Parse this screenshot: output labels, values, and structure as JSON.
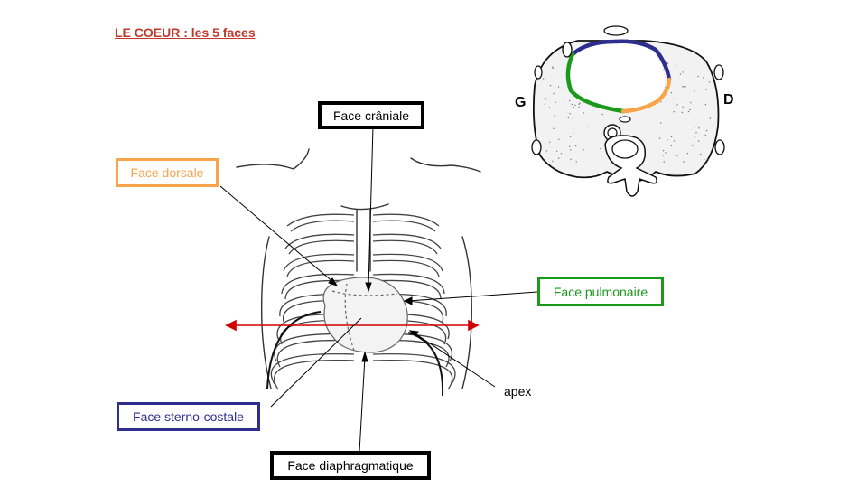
{
  "title": "LE COEUR : les 5 faces",
  "colors": {
    "title": "#c0392b",
    "dorsale": "#f7a44a",
    "pulmonaire": "#1a9a1a",
    "sterno_costale": "#2e2e8f",
    "cranial": "#000000",
    "diaphragmatique": "#000000",
    "axis_arrow": "#d00000"
  },
  "labels": {
    "cranial": "Face crâniale",
    "dorsale": "Face dorsale",
    "pulmonaire": "Face pulmonaire",
    "sterno_costale": "Face sterno-costale",
    "diaphragmatique": "Face diaphragmatique",
    "apex": "apex"
  },
  "section": {
    "left": "G",
    "right": "D"
  }
}
